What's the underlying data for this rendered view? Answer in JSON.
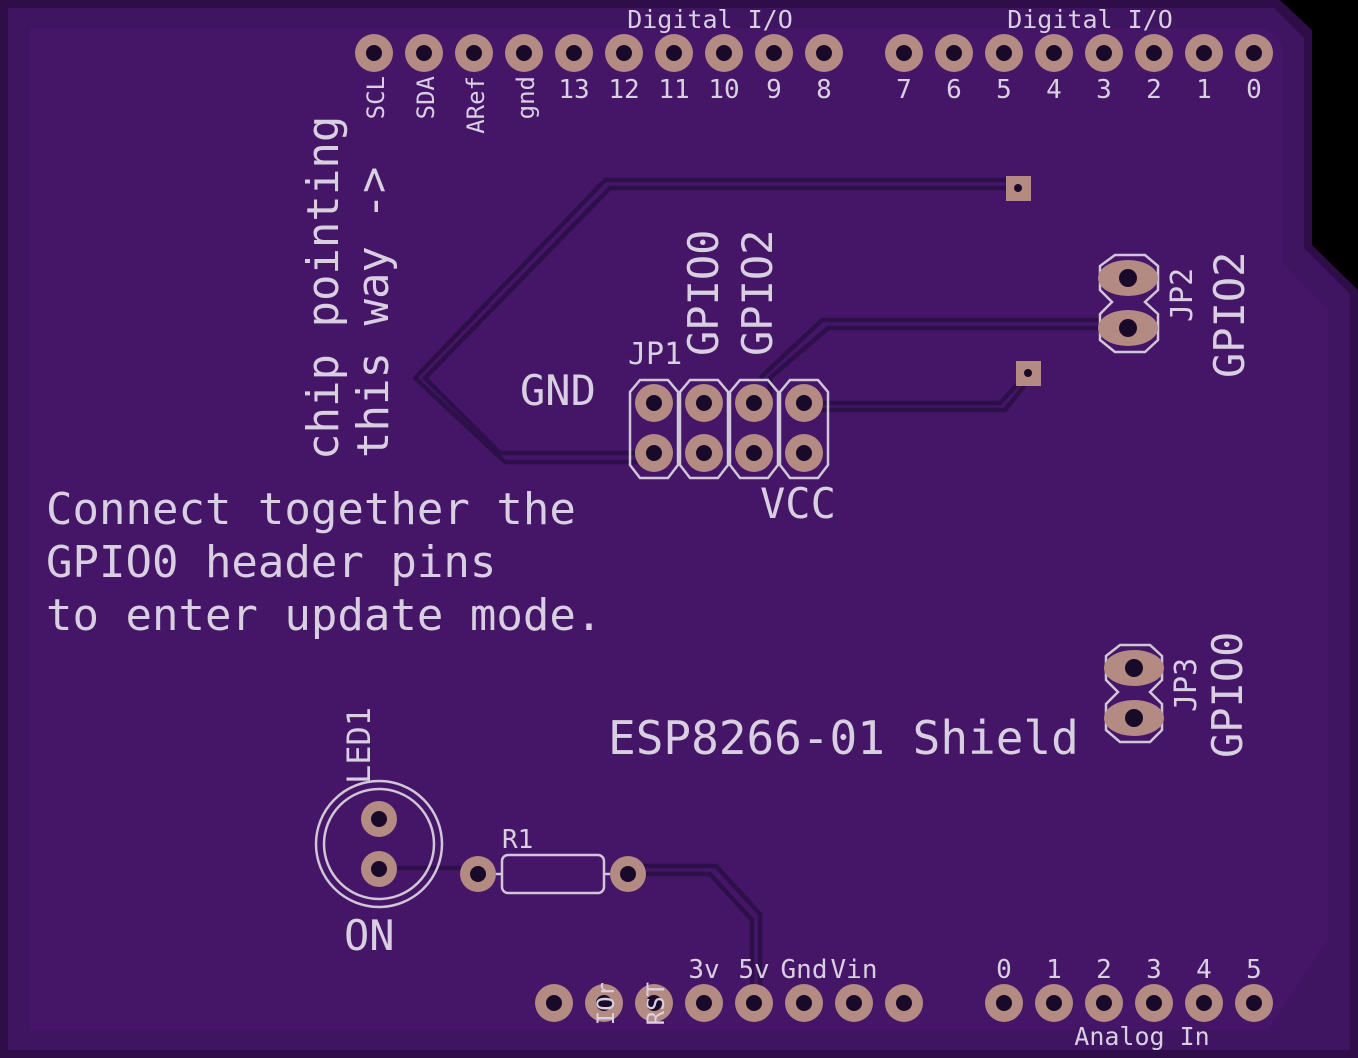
{
  "board": {
    "title": "ESP8266-01 Shield",
    "colors": {
      "board": "#3f1460",
      "edge": "#2e0d48",
      "pad": "#b38b82",
      "silk": "#d8cfe0",
      "trace": "#2d0f4a"
    }
  },
  "headers": {
    "digital_label": "Digital I/O",
    "digital_left": [
      "SCL",
      "SDA",
      "ARef",
      "gnd",
      "13",
      "12",
      "11",
      "10",
      "9",
      "8"
    ],
    "digital_right": [
      "7",
      "6",
      "5",
      "4",
      "3",
      "2",
      "1",
      "0"
    ],
    "power": [
      "IOr",
      "RST",
      "3v",
      "5v",
      "Gnd",
      "Vin"
    ],
    "analog": [
      "0",
      "1",
      "2",
      "3",
      "4",
      "5"
    ],
    "analog_label": "Analog In"
  },
  "labels": {
    "chip_line1": "chip pointing",
    "chip_line2": "this way ->",
    "jp1": "JP1",
    "gnd": "GND",
    "vcc": "VCC",
    "gpio0": "GPIO0",
    "gpio2": "GPIO2",
    "jp2": "JP2",
    "jp2_gpio": "GPIO2",
    "jp3": "JP3",
    "jp3_gpio": "GPIO0",
    "instr1": "Connect together the",
    "instr2": "GPIO0 header pins",
    "instr3": "to enter update mode.",
    "led": "LED1",
    "on": "ON",
    "r1": "R1"
  }
}
